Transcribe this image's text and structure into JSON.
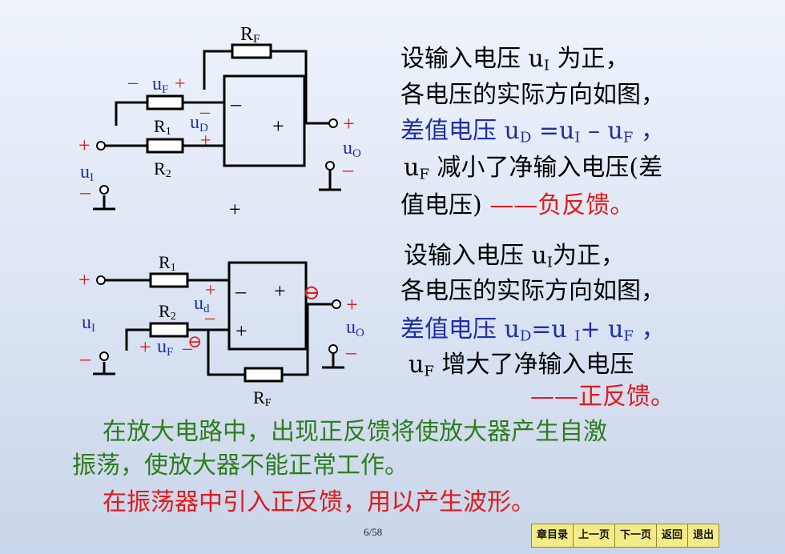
{
  "circuit1": {
    "rf": "R",
    "rf_sub": "F",
    "r1": "R",
    "r1_sub": "1",
    "r2": "R",
    "r2_sub": "2",
    "uf_minus": "–",
    "uf": "u",
    "uf_sub": "F",
    "uf_plus": "+",
    "ud": "u",
    "ud_sub": "D",
    "ud_minus": "–",
    "ud_plus": "+",
    "op_minus": "–",
    "op_plus": "+",
    "in_plus": "+",
    "ui": "u",
    "ui_sub": "I",
    "in_minus": "–",
    "out_plus": "+",
    "uo": "u",
    "uo_sub": "O",
    "out_minus": "–",
    "bottom_plus": "+"
  },
  "text1": {
    "line1_pre": "设输入电压 u",
    "line1_sub": "I",
    "line1_post": " 为正，",
    "line2": "各电压的实际方向如图，",
    "line3_a": "差值电压  u",
    "line3_sub1": "D",
    "line3_b": " =u",
    "line3_sub2": "I",
    "line3_c": " – u",
    "line3_sub3": "F",
    "line3_d": " ，",
    "line4_a": "u",
    "line4_sub": "F",
    "line4_b": " 减小了净输入电压(差",
    "line5_a": "值电压) ",
    "line5_b": "——负反馈。"
  },
  "circuit2": {
    "r1": "R",
    "r1_sub": "1",
    "r2": "R",
    "r2_sub": "2",
    "rf": "R",
    "rf_sub": "F",
    "ud": "u",
    "ud_sub": "d",
    "ud_plus": "+",
    "ud_minus": "–",
    "op_minus": "–",
    "op_plus_top": "+",
    "op_plus": "+",
    "circ_minus": "⊖",
    "uf_plus": "+",
    "uf": "u",
    "uf_sub": "F",
    "uf_minus": "–",
    "uf_circ": "⊖",
    "in_plus": "+",
    "ui": "u",
    "ui_sub": "I",
    "in_minus": "–",
    "out_plus": "+",
    "uo": "u",
    "uo_sub": "O",
    "out_minus": "–"
  },
  "text2": {
    "line1_pre": "设输入电压 u",
    "line1_sub": "I",
    "line1_post": "为正，",
    "line2": "各电压的实际方向如图，",
    "line3_a": "差值电压  u",
    "line3_sub1": "D",
    "line3_b": "=u ",
    "line3_sub2": "I",
    "line3_c": "+ u",
    "line3_sub3": "F",
    "line3_d": " ，",
    "line4_a": "u",
    "line4_sub": "F",
    "line4_b": " 增大了净输入电压",
    "line5": "——正反馈。"
  },
  "para": {
    "green1": "在放大电路中，出现正反馈将使放大器产生自激",
    "green2": "振荡，使放大器不能正常工作。",
    "red": "在振荡器中引入正反馈，用以产生波形。"
  },
  "page_number": "6/58",
  "nav": [
    "章目录",
    "上一页",
    "下一页",
    "返回",
    "退出"
  ],
  "colors": {
    "blue": "#1f2fa6",
    "red": "#e01b1b",
    "green": "#2f7d1e",
    "nav_bg": "#f4eb86"
  }
}
